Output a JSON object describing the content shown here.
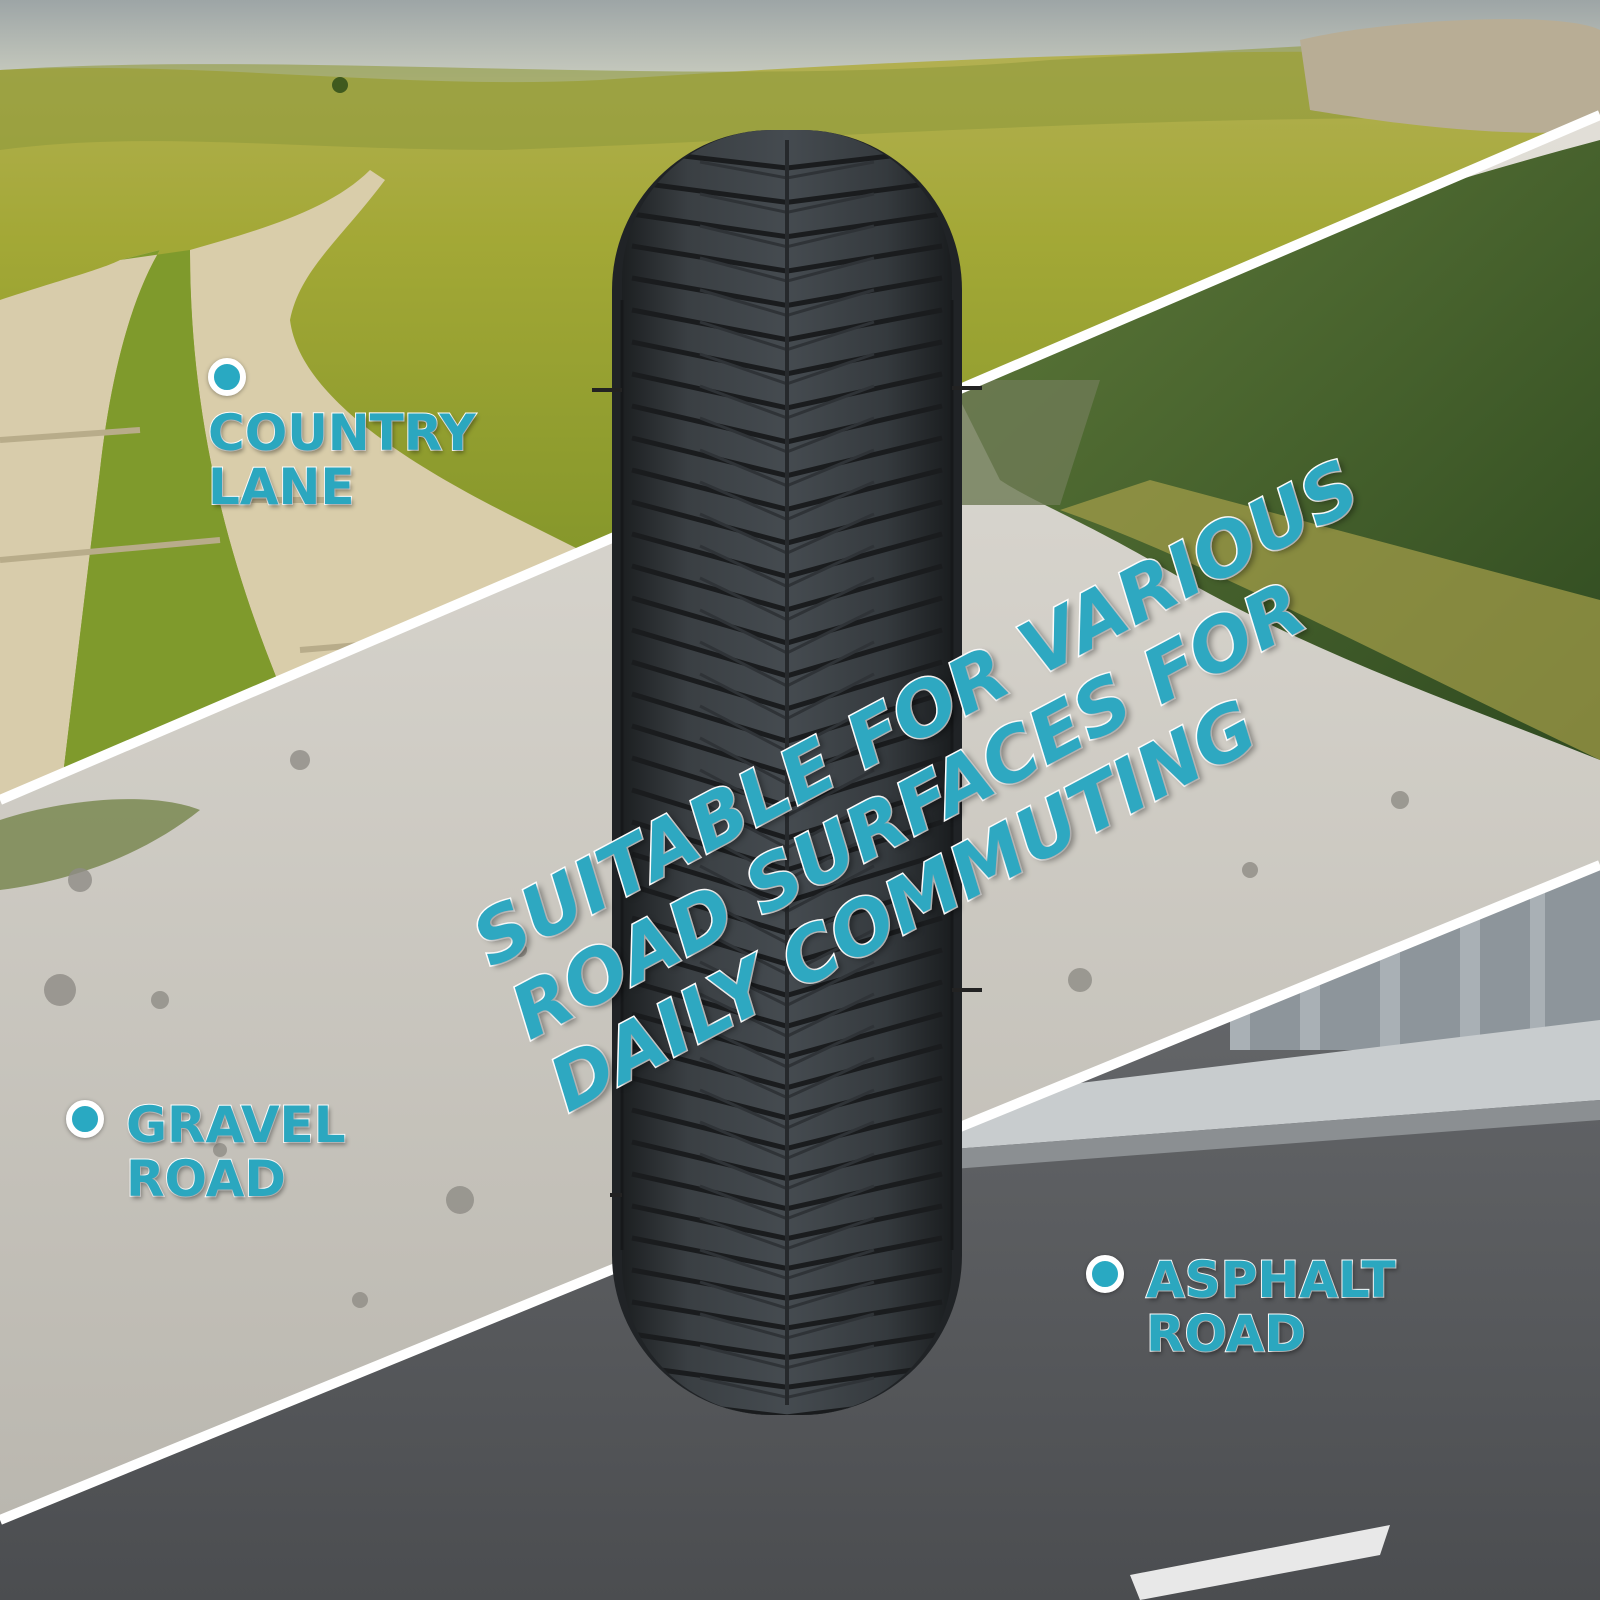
{
  "colors": {
    "accent": "#2ba7bf",
    "outline": "#ffffff",
    "grass": "#9aa534",
    "gravel": "#c9c6bf",
    "asphalt": "#5b5d60",
    "tire": "#2a2e31"
  },
  "icons": {
    "marker": "circle-dot-icon",
    "product": "tire-icon"
  },
  "headline": {
    "line1": "Suitable for various",
    "line2": "road surfaces for",
    "line3": "daily commuting"
  },
  "surfaces": {
    "country": {
      "line1": "Country",
      "line2": "lane"
    },
    "gravel": {
      "line1": "Gravel",
      "line2": "road"
    },
    "asphalt": {
      "line1": "Asphalt",
      "line2": "road"
    }
  }
}
